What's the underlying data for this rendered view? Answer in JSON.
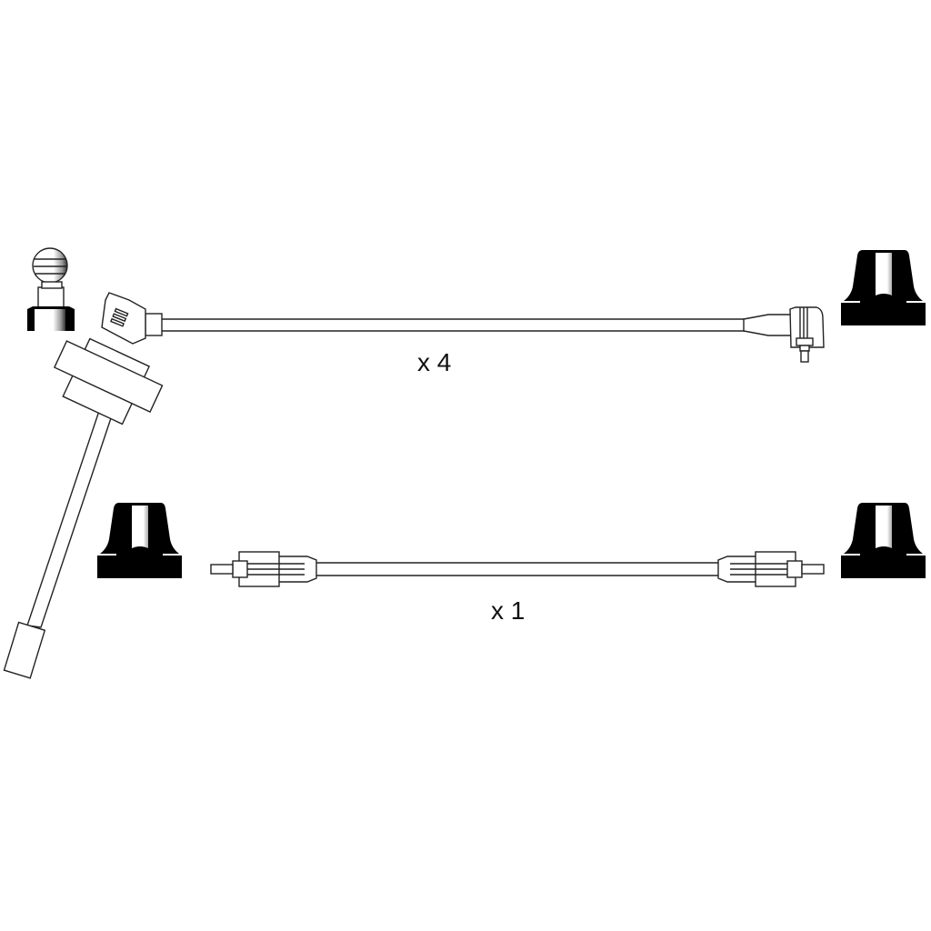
{
  "cables": [
    {
      "name": "spark-plug-lead",
      "quantity_label": "x 4"
    },
    {
      "name": "coil-lead",
      "quantity_label": "x 1"
    }
  ],
  "colors": {
    "line": "#222222",
    "cap": "#000000",
    "background": "#ffffff"
  }
}
